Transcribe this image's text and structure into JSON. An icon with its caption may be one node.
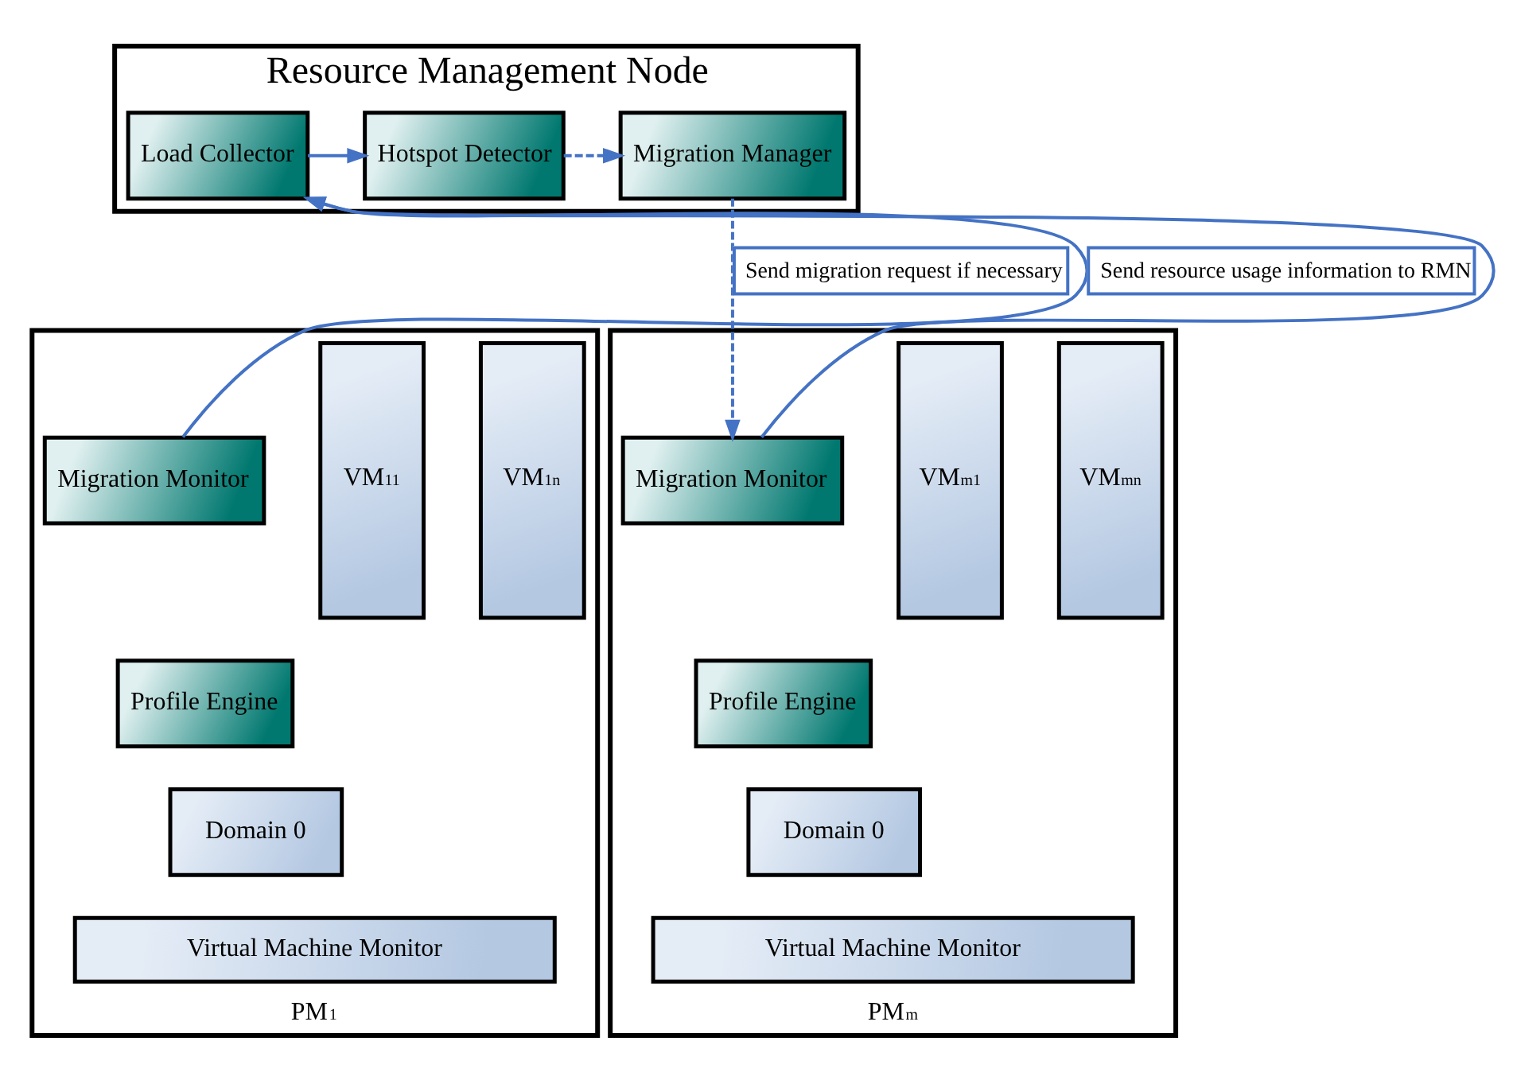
{
  "diagram": {
    "nodes": [
      {
        "text": [
          "Resource Management Node"
        ]
      },
      {
        "text": [
          "Load Collector"
        ],
        "in": 0
      },
      {
        "text": [
          "Hotspot Detector"
        ],
        "in": 0
      },
      {
        "text": [
          "Migration Manager"
        ],
        "in": 0
      },
      {
        "text": [
          "PM$_{1}$"
        ]
      },
      {
        "text": [
          "Migration Monitor"
        ],
        "in": 4
      },
      {
        "text": [
          "Profile Engine"
        ],
        "in": 4
      },
      {
        "text": [
          "Domain 0"
        ],
        "in": 4
      },
      {
        "text": [
          "VM$_{11}$"
        ],
        "in": 4
      },
      {
        "text": [
          "VM$_{1n}$"
        ],
        "in": 4
      },
      {
        "text": [
          "Virtual Machine Monitor"
        ],
        "in": 4
      },
      {
        "text": [
          "PM$_{m}$"
        ]
      },
      {
        "text": [
          "Migration Monitor"
        ],
        "in": 11
      },
      {
        "text": [
          "Profile Engine"
        ],
        "in": 11
      },
      {
        "text": [
          "Domain 0"
        ],
        "in": 11
      },
      {
        "text": [
          "VM$_{m1}$"
        ],
        "in": 11
      },
      {
        "text": [
          "VM$_{mn}$"
        ],
        "in": 11
      },
      {
        "text": [
          "Virtual Machine Monitor"
        ],
        "in": 11
      }
    ],
    "edges": [
      {
        "from": 1,
        "to": 2,
        "arrow": "to"
      },
      {
        "from": 2,
        "to": 3,
        "arrow": "to",
        "style": "dashed"
      },
      {
        "from": 5,
        "to": 1,
        "arrow": "to",
        "label": "Send resource usage information to RMN"
      },
      {
        "from": 12,
        "to": 1,
        "arrow": "to"
      },
      {
        "from": 3,
        "to": 12,
        "arrow": "to",
        "style": "dashed",
        "label": "Send migration request if necessary"
      }
    ]
  }
}
